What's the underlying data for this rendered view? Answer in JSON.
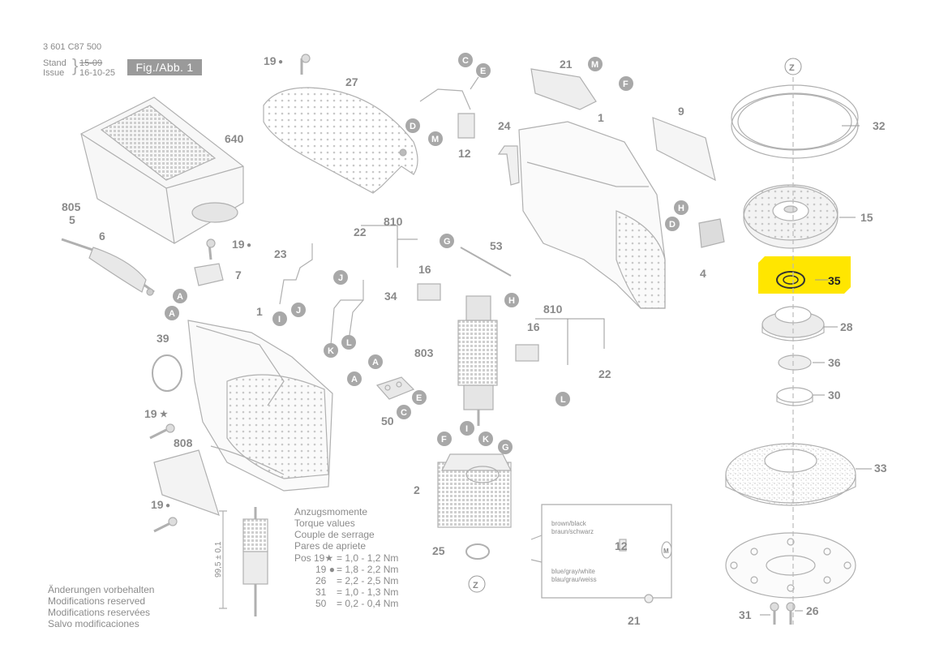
{
  "header": {
    "doc_number": "3 601 C87 500",
    "stand_label": "Stand",
    "issue_label": "Issue",
    "stand_old": "15-09",
    "stand_new": "16-10-25",
    "fig_label": "Fig./Abb. 1"
  },
  "part_labels": {
    "p640": "640",
    "p805": "805",
    "p5": "5",
    "p6": "6",
    "p19a": "19",
    "p27": "27",
    "p19b": "19",
    "p23": "23",
    "p7": "7",
    "p1a": "1",
    "p39": "39",
    "p19c": "19",
    "p808": "808",
    "p19d": "19",
    "p22a": "22",
    "p810a": "810",
    "p16a": "16",
    "p34": "34",
    "p50": "50",
    "p53": "53",
    "p803": "803",
    "p810b": "810",
    "p16b": "16",
    "p22b": "22",
    "p2": "2",
    "p25": "25",
    "p12a": "12",
    "p21a": "21",
    "p24": "24",
    "p1b": "1",
    "p9": "9",
    "p4": "4",
    "p12b": "12",
    "p21b": "21",
    "p32": "32",
    "p15": "15",
    "p35": "35",
    "p28": "28",
    "p36": "36",
    "p30": "30",
    "p33": "33",
    "p31": "31",
    "p26": "26",
    "p995": "99,5 ± 0,1"
  },
  "connector_letters": {
    "A": "A",
    "C": "C",
    "D": "D",
    "E": "E",
    "F": "F",
    "G": "G",
    "H": "H",
    "I": "I",
    "J": "J",
    "K": "K",
    "L": "L",
    "M": "M",
    "Z": "Z"
  },
  "torque": {
    "title_de": "Anzugsmomente",
    "title_en": "Torque values",
    "title_fr": "Couple de serrage",
    "title_ro": "Pares de apriete",
    "rows": [
      {
        "pos": "Pos 19",
        "sym": "★",
        "val": "= 1,0 - 1,2 Nm"
      },
      {
        "pos": "19",
        "sym": "●",
        "val": "= 1,8 - 2,2 Nm"
      },
      {
        "pos": "26",
        "sym": "",
        "val": "= 2,2 - 2,5 Nm"
      },
      {
        "pos": "31",
        "sym": "",
        "val": "= 1,0 - 1,3 Nm"
      },
      {
        "pos": "50",
        "sym": "",
        "val": "= 0,2 - 0,4 Nm"
      }
    ]
  },
  "notes": {
    "de": "Änderungen vorbehalten",
    "en": "Modifications reserved",
    "fr": "Modifications reservées",
    "es": "Salvo modificaciones"
  },
  "wiring": {
    "brown_en": "brown/black",
    "brown_de": "braun/schwarz",
    "blue_en": "blue/gray/white",
    "blue_de": "blau/grau/weiss",
    "motor": "M"
  },
  "highlight": {
    "part": "35",
    "color": "#ffe600"
  },
  "symbols": {
    "star": "★",
    "dot": "●"
  }
}
